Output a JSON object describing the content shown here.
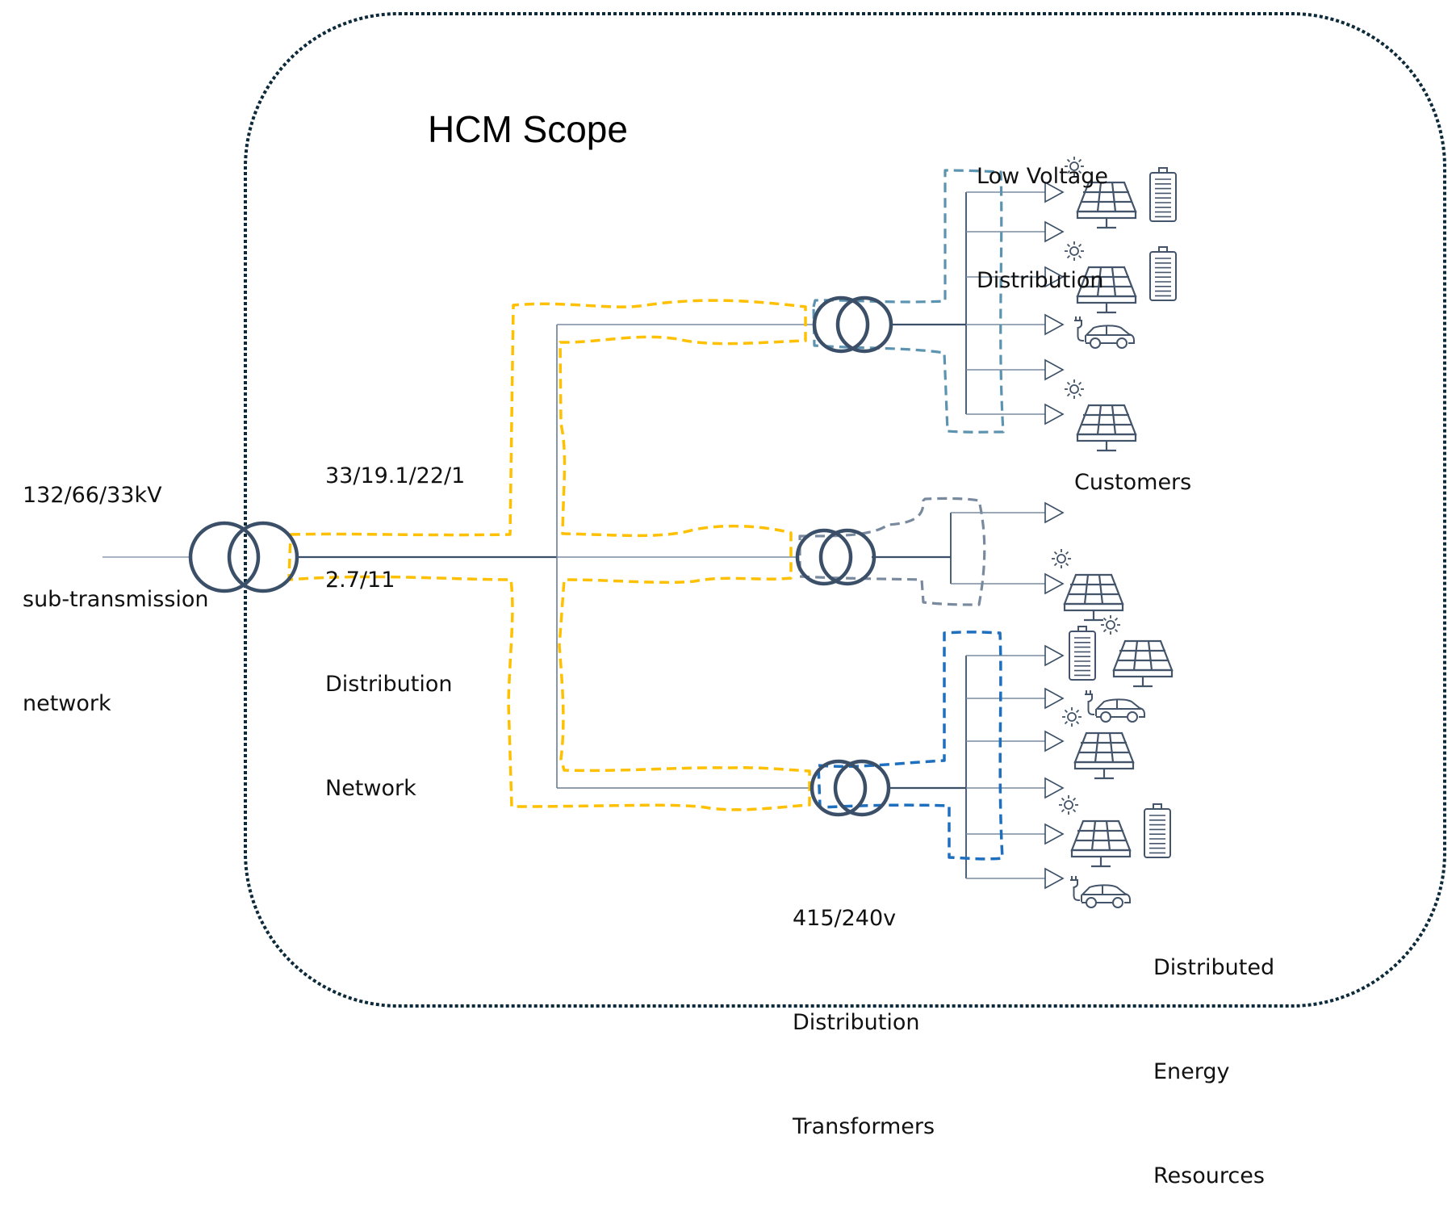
{
  "title": "HCM Scope",
  "labels": {
    "subtransmission": [
      "132/66/33kV",
      "sub-transmission",
      "network"
    ],
    "distribution_network": [
      "33/19.1/22/1",
      "2.7/11",
      "Distribution",
      "Network"
    ],
    "low_voltage": [
      "Low Voltage",
      "Distribution"
    ],
    "customers": "Customers",
    "transformers": [
      "415/240v",
      "Distribution",
      "Transformers"
    ],
    "der": [
      "Distributed",
      "Energy",
      "Resources"
    ]
  },
  "colors": {
    "scope_border": "#0d2a3a",
    "network_line": "#3b5068",
    "hv_scope": "#ffc000",
    "lv_scope_top": "#5b93b0",
    "lv_scope_mid": "#7a8a9e",
    "lv_scope_bottom": "#1f6fbf",
    "icon": "#44546a"
  },
  "feeders": [
    {
      "name": "top",
      "loads": [
        [
          "solar",
          "battery"
        ],
        [],
        [
          "solar",
          "battery"
        ],
        [
          "ev"
        ],
        [],
        [
          "solar"
        ]
      ]
    },
    {
      "name": "middle",
      "loads": [
        [],
        [
          "solar"
        ]
      ]
    },
    {
      "name": "bottom",
      "loads": [
        [
          "battery",
          "solar"
        ],
        [
          "ev"
        ],
        [
          "solar"
        ],
        [],
        [
          "solar",
          "battery"
        ],
        [
          "ev"
        ]
      ]
    }
  ]
}
